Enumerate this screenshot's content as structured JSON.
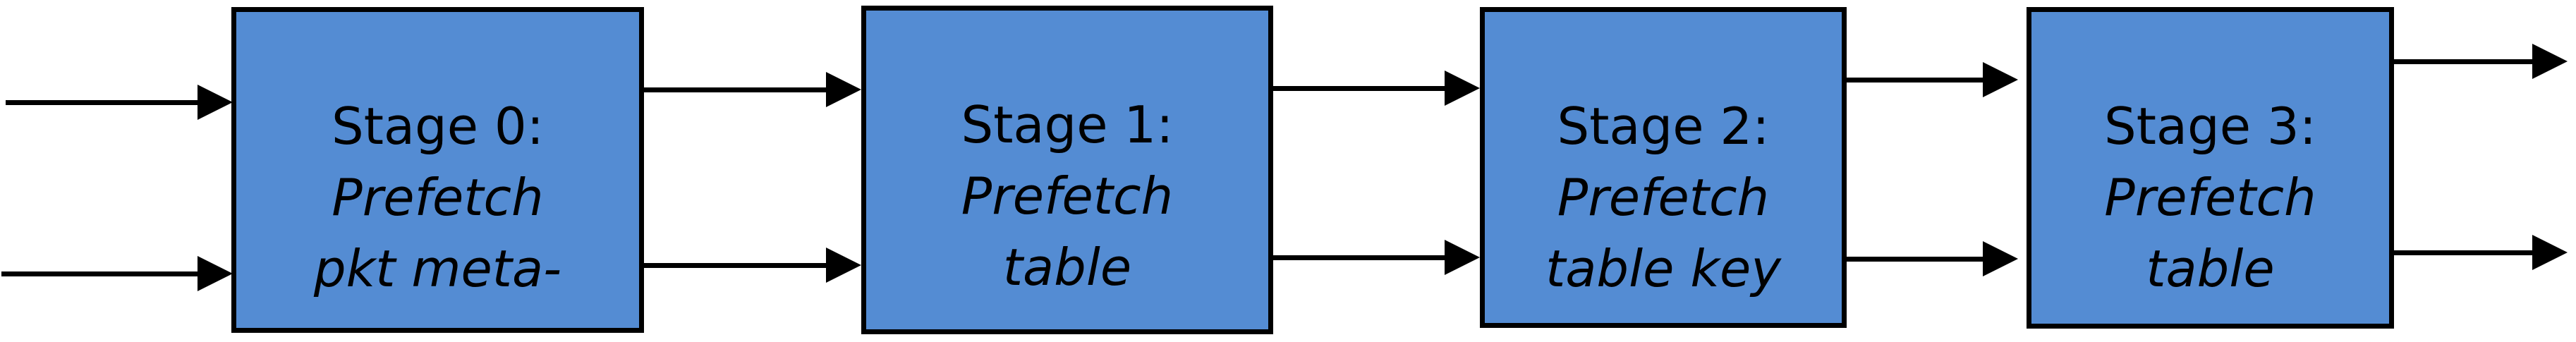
{
  "diagram": {
    "description": "Four-stage pipeline of prefetch processing stages connected by arrows",
    "colors": {
      "background": "#ffffff",
      "box_fill": "#548CD3",
      "box_border": "#000000",
      "arrow": "#000000",
      "text": "#000000"
    },
    "stages": [
      {
        "title": "Stage 0:",
        "lines": [
          "Prefetch",
          "pkt meta-"
        ]
      },
      {
        "title": "Stage 1:",
        "lines": [
          "Prefetch",
          "table"
        ]
      },
      {
        "title": "Stage 2:",
        "lines": [
          "Prefetch",
          "table key"
        ]
      },
      {
        "title": "Stage 3:",
        "lines": [
          "Prefetch",
          "table"
        ]
      }
    ]
  }
}
